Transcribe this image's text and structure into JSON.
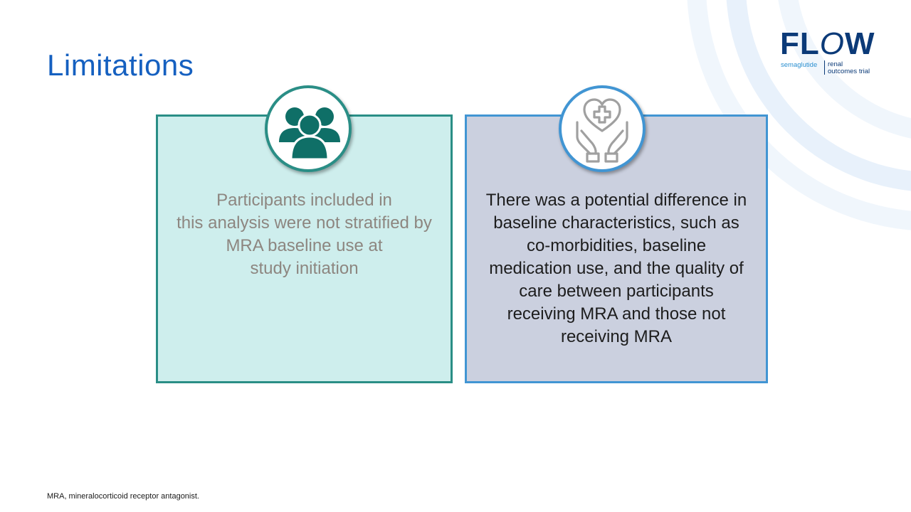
{
  "slide": {
    "title": "Limitations",
    "footnote": "MRA, mineralocorticoid receptor antagonist."
  },
  "logo": {
    "word": "FLOW",
    "drug": "semaglutide",
    "line1": "renal",
    "line2": "outcomes trial"
  },
  "cards": [
    {
      "icon": "people-group-icon",
      "text": "Participants included in\nthis analysis were not stratified by\nMRA baseline use at\nstudy initiation"
    },
    {
      "icon": "hands-holding-heart-icon",
      "text": "There was a potential difference in\nbaseline characteristics, such as\nco-morbidities, baseline\nmedication use, and the quality of\ncare between participants\nreceiving MRA and those not\nreceiving MRA"
    }
  ],
  "colors": {
    "title": "#1560c0",
    "logo_navy": "#0b3a78",
    "logo_blue": "#2a8fd0",
    "teal_border": "#2a8e86",
    "teal_fill": "#ceeeed",
    "teal_icon": "#0f6f67",
    "blue_border": "#4195d3",
    "lavender_fill": "#cbd0df",
    "icon_gray": "#a0a0a0"
  }
}
